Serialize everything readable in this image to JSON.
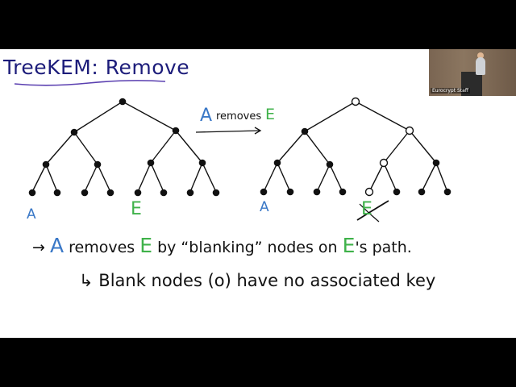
{
  "slide": {
    "title": "TreeKEM: Remove",
    "tree_left_label_a": "A",
    "tree_left_label_e": "E",
    "arrow_label_a": "A",
    "arrow_label_text": "removes",
    "arrow_label_e": "E",
    "tree_right_label_a": "A",
    "tree_right_label_e": "E",
    "line1": {
      "arrow": "→",
      "a": "A",
      "text1": "removes",
      "e": "E",
      "text2": "by “blanking” nodes on",
      "e2": "E",
      "text3": "'s path."
    },
    "line2": {
      "prefix": "↳",
      "text": "Blank nodes (o) have no associated key"
    }
  },
  "video": {
    "label": "Eurocrypt Staff"
  },
  "colors": {
    "blue": "#3a78c7",
    "green": "#3fb24a",
    "title": "#1c1c7a"
  }
}
